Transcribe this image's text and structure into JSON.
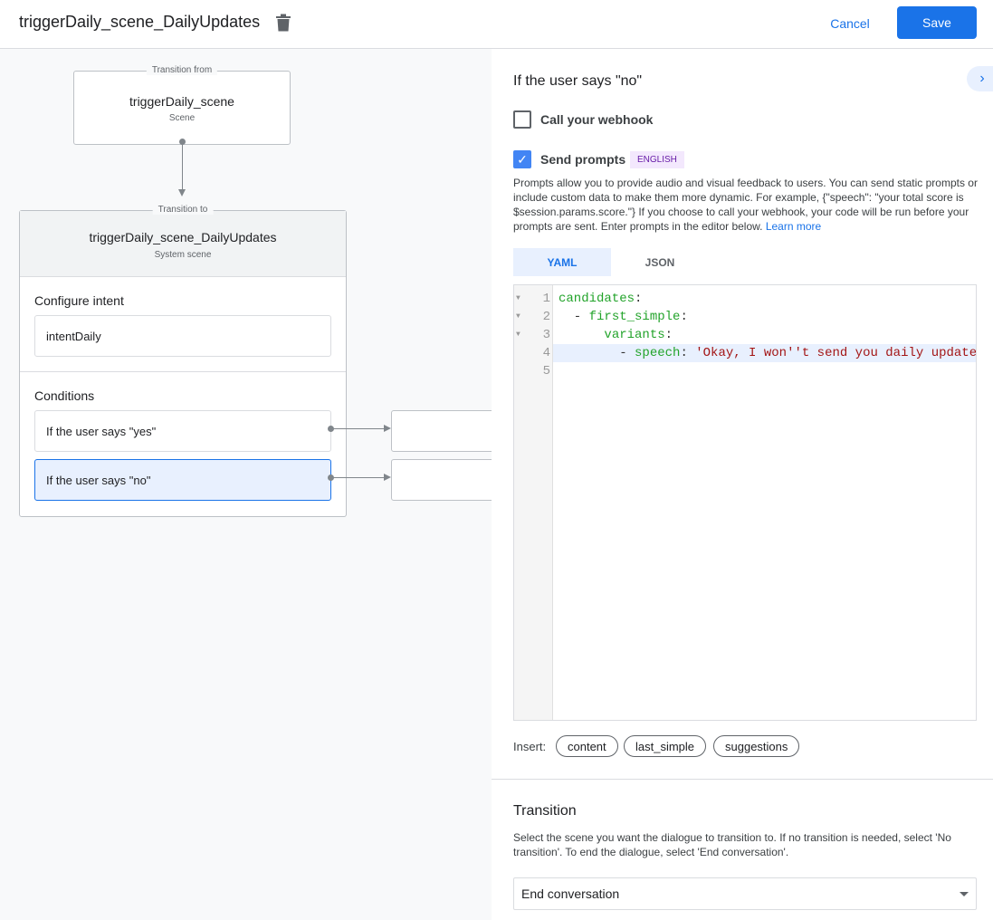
{
  "header": {
    "title": "triggerDaily_scene_DailyUpdates",
    "cancel": "Cancel",
    "save": "Save"
  },
  "canvas": {
    "from": {
      "label": "Transition from",
      "title": "triggerDaily_scene",
      "sub": "Scene"
    },
    "to": {
      "label": "Transition to",
      "title": "triggerDaily_scene_DailyUpdates",
      "sub": "System scene",
      "intent_heading": "Configure intent",
      "intent": "intentDaily",
      "conditions_heading": "Conditions",
      "conditions": [
        "If the user says \"yes\"",
        "If the user says \"no\""
      ]
    }
  },
  "panel": {
    "title": "If the user says \"no\"",
    "webhook": {
      "label": "Call your webhook",
      "checked": false
    },
    "prompts": {
      "label": "Send prompts",
      "checked": true,
      "badge": "ENGLISH",
      "desc": "Prompts allow you to provide audio and visual feedback to users. You can send static prompts or include custom data to make them more dynamic. For example, {\"speech\": \"your total score is $session.params.score.\"} If you choose to call your webhook, your code will be run before your prompts are sent. Enter prompts in the editor below.",
      "learn_more": "Learn more"
    },
    "tabs": [
      "YAML",
      "JSON"
    ],
    "active_tab": "YAML",
    "editor": {
      "line_numbers": [
        "1",
        "2",
        "3",
        "4",
        "5"
      ],
      "lines": [
        {
          "indent": "",
          "key": "candidates",
          "punct": ":",
          "str": ""
        },
        {
          "indent": "  - ",
          "key": "first_simple",
          "punct": ":",
          "str": ""
        },
        {
          "indent": "      ",
          "key": "variants",
          "punct": ":",
          "str": ""
        },
        {
          "indent": "        - ",
          "key": "speech",
          "punct": ": ",
          "str": "'Okay, I won''t send you daily update"
        },
        {
          "indent": "",
          "key": "",
          "punct": "",
          "str": ""
        }
      ]
    },
    "insert": {
      "label": "Insert:",
      "chips": [
        "content",
        "last_simple",
        "suggestions"
      ]
    },
    "transition": {
      "title": "Transition",
      "desc": "Select the scene you want the dialogue to transition to. If no transition is needed, select 'No transition'. To end the dialogue, select 'End conversation'.",
      "value": "End conversation"
    }
  },
  "colors": {
    "accent": "#1a73e8",
    "selected": "#e8f0fe",
    "badge_bg": "#f3e8fd",
    "badge_text": "#681da8",
    "yaml_key": "#22a32a",
    "yaml_string": "#a31515"
  }
}
